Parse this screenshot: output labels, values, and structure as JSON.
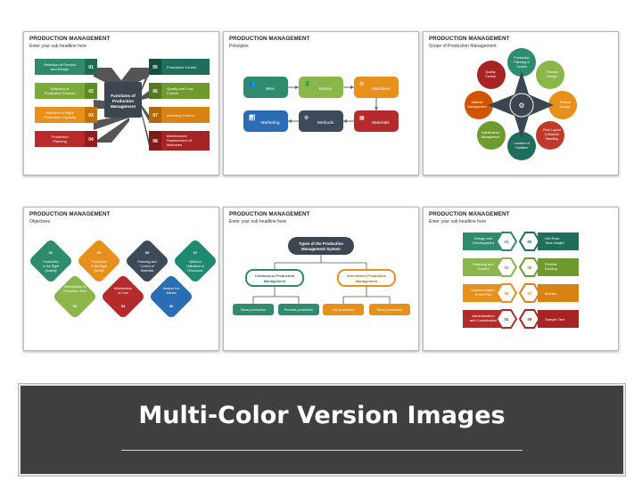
{
  "slides": [
    {
      "title": "PRODUCTION MANAGEMENT",
      "subtitle": "Enter your sub headline here",
      "center": "Functions of Production Management",
      "items": [
        {
          "num": "01",
          "label": "Selection of Product and Design",
          "color": "#2e8b6e"
        },
        {
          "num": "02",
          "label": "Selection of Production Process",
          "color": "#7cab3a"
        },
        {
          "num": "03",
          "label": "Selection of Right Production Capacity",
          "color": "#e8901c"
        },
        {
          "num": "04",
          "label": "Production Planning",
          "color": "#bb2a2a"
        },
        {
          "num": "05",
          "label": "Production Control",
          "color": "#1e6e5c"
        },
        {
          "num": "06",
          "label": "Quality and Cost Control",
          "color": "#6f9a2e"
        },
        {
          "num": "07",
          "label": "Inventory Control",
          "color": "#d88212"
        },
        {
          "num": "08",
          "label": "Maintenance Replacement of Machines",
          "color": "#a82424"
        }
      ]
    },
    {
      "title": "PRODUCTION MANAGEMENT",
      "subtitle": "Principles",
      "items": [
        {
          "label": "Men",
          "color": "#2e8b6e"
        },
        {
          "label": "Money",
          "color": "#8ab64a"
        },
        {
          "label": "Machines",
          "color": "#e8901c"
        },
        {
          "label": "Marketing",
          "color": "#2a6db5"
        },
        {
          "label": "Methods",
          "color": "#3c4a5a"
        },
        {
          "label": "Materials",
          "color": "#b52a2a"
        }
      ]
    },
    {
      "title": "PRODUCTION MANAGEMENT",
      "subtitle": "Scope of Production Management",
      "items": [
        {
          "label": "Production Planning & Control",
          "color": "#2e8b6e"
        },
        {
          "label": "Process Design",
          "color": "#8ab64a"
        },
        {
          "label": "Product Design",
          "color": "#e8901c"
        },
        {
          "label": "Plant Layout & Material Handling",
          "color": "#c0392b"
        },
        {
          "label": "Location of Facilities",
          "color": "#1e6e5c"
        },
        {
          "label": "Maintenance Management",
          "color": "#6f9a2e"
        },
        {
          "label": "Material Management",
          "color": "#d35400"
        },
        {
          "label": "Quality Control",
          "color": "#a82424"
        }
      ]
    },
    {
      "title": "PRODUCTION MANAGEMENT",
      "subtitle": "Objectives",
      "items": [
        {
          "num": "01",
          "label": "Production in the Right Quantity",
          "color": "#2e8b6e"
        },
        {
          "num": "02",
          "label": "Minimization of Production Time",
          "color": "#8ab64a"
        },
        {
          "num": "03",
          "label": "Production of the Right Quality",
          "color": "#e8901c"
        },
        {
          "num": "04",
          "label": "Minimization of Cost",
          "color": "#b52a2a"
        },
        {
          "num": "05",
          "label": "Planning and Control of Materials",
          "color": "#3c4a5a"
        },
        {
          "num": "06",
          "label": "Analyze the Market",
          "color": "#2a6db5"
        },
        {
          "num": "07",
          "label": "Optimum Utilization of Resources",
          "color": "#1e8a72"
        }
      ]
    },
    {
      "title": "PRODUCTION MANAGEMENT",
      "subtitle": "Enter your sub headline here",
      "root": "Types of the Production Management System",
      "left": "Continuous Production Management",
      "right": "Intermittent Production Management",
      "leaves": [
        "Mass production",
        "Process production",
        "Job production",
        "Batch production"
      ]
    },
    {
      "title": "PRODUCTION MANAGEMENT",
      "subtitle": "Enter your sub headline here",
      "items": [
        {
          "num": "01",
          "label": "Design and Development",
          "color": "#2e8b6e"
        },
        {
          "num": "02",
          "label": "Planning and Control",
          "color": "#8ab64a"
        },
        {
          "num": "03",
          "label": "Implementation of the Plan",
          "color": "#e8901c"
        },
        {
          "num": "04",
          "label": "Administration and Coordination",
          "color": "#b52a2a"
        },
        {
          "num": "05",
          "label": "Get Real-Time Insight",
          "color": "#1e6e5c"
        },
        {
          "num": "06",
          "label": "Flexible Routing",
          "color": "#6f9a2e"
        },
        {
          "num": "07",
          "label": "Monitor",
          "color": "#d88212"
        },
        {
          "num": "08",
          "label": "Sample Text",
          "color": "#a82424"
        }
      ]
    }
  ],
  "banner": {
    "title": "Multi-Color Version Images"
  }
}
